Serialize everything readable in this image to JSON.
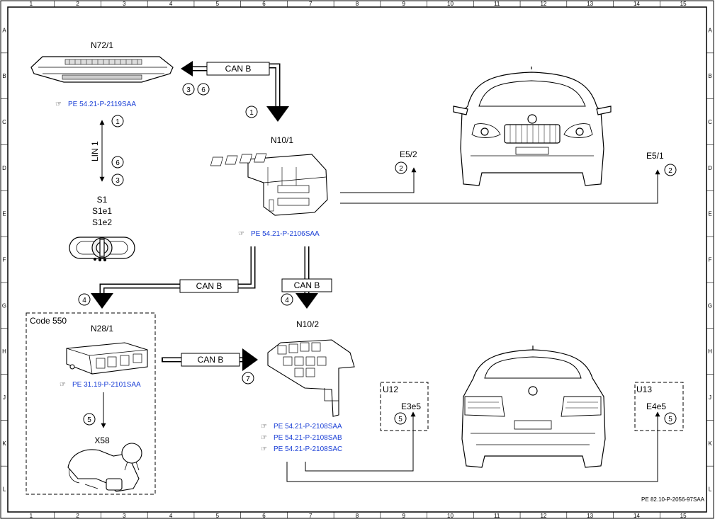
{
  "grid": {
    "columns": [
      "1",
      "2",
      "3",
      "4",
      "5",
      "6",
      "7",
      "8",
      "9",
      "10",
      "11",
      "12",
      "13",
      "14",
      "15"
    ],
    "rows": [
      "A",
      "B",
      "C",
      "D",
      "E",
      "F",
      "G",
      "H",
      "J",
      "K",
      "L"
    ]
  },
  "components": {
    "n72_1": "N72/1",
    "n10_1": "N10/1",
    "n10_2": "N10/2",
    "n28_1": "N28/1",
    "s1": "S1",
    "s1e1": "S1e1",
    "s1e2": "S1e2",
    "x58": "X58",
    "e5_2": "E5/2",
    "e5_1": "E5/1",
    "u12": "U12",
    "u13": "U13",
    "e3e5": "E3e5",
    "e4e5": "E4e5",
    "code_box": "Code 550"
  },
  "buses": {
    "can_b": "CAN B",
    "lin_1": "LIN 1"
  },
  "references": {
    "n72_1_ref": "PE 54.21-P-2119SAA",
    "n10_1_ref": "PE 54.21-P-2106SAA",
    "n28_1_ref": "PE 31.19-P-2101SAA",
    "n10_2_ref_a": "PE 54.21-P-2108SAA",
    "n10_2_ref_b": "PE 54.21-P-2108SAB",
    "n10_2_ref_c": "PE 54.21-P-2108SAC"
  },
  "markers": {
    "m1": "1",
    "m2": "2",
    "m3": "3",
    "m4": "4",
    "m5": "5",
    "m6": "6",
    "m7": "7"
  },
  "footer": "PE 82.10-P-2056-97SAA",
  "colors": {
    "reference_link": "#1a3fd6",
    "line": "#000000"
  }
}
